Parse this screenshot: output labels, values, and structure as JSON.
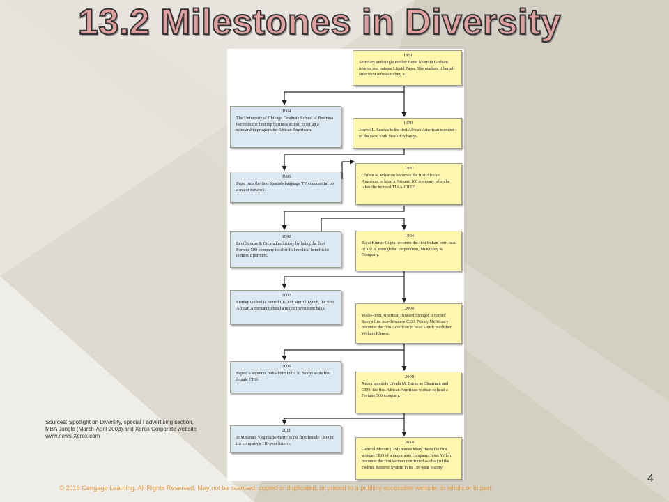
{
  "slide": {
    "title": "13.2  Milestones in Diversity",
    "page_number": "4",
    "sources": "Sources: Spotlight on Diversity, special I advertising section, MBA Jungle (March-April 2003) and Xerox Corporate website www.news.Xerox.com",
    "footer": "© 2016 Cengage Learning. All Rights Reserved. May not be scanned, copied or duplicated, or posted to a publicly accessible website, in whole or in part."
  },
  "colors": {
    "yellow_box": "#fff6b0",
    "blue_box": "#dce9f3",
    "footer_text": "#e89a3a"
  },
  "milestones": [
    {
      "year": "1951",
      "text": "Secretary and single mother Bette Nesmith Graham invents and patents Liquid Paper. She markets it herself after IBM refuses to buy it."
    },
    {
      "year": "1964",
      "text": "The University of Chicago Graduate School of Business becomes the first top business school to set up a scholarship program for African Americans."
    },
    {
      "year": "1970",
      "text": "Joseph L. Searles is the first African American member of the New York Stock Exchange"
    },
    {
      "year": "1987",
      "text": "Clifton R. Wharton becomes the first African American to head a Fortune 100 company when he takes the helm of TIAA-CREF"
    },
    {
      "year": "1986",
      "text": "Pepsi runs the first Spanish-language TV commercial on a major network."
    },
    {
      "year": "1992",
      "text": "Levi Strauss & Co. makes history by being the first Fortune 500 company to offer full medical benefits to domestic partners."
    },
    {
      "year": "1994",
      "text": "Rajat Kumar Gupta becomes the first Indian-born head of a U.S. transglobal corporation, McKinsey & Company."
    },
    {
      "year": "2002",
      "text": "Stanley O'Neal is named CEO of Merrill Lynch, the first African American to head a major investment bank."
    },
    {
      "year": "2004",
      "text": "Wales-born American Howard Stringer is named Sony's first non-Japanese CEO. Nancy McKinstry becomes the first American to head Dutch publisher Wolters Kluwer."
    },
    {
      "year": "2006",
      "text": "PepsiCo appoints India-born Indra K. Nooyi as its first female CEO."
    },
    {
      "year": "2009",
      "text": "Xerox appoints Ursula M. Burns as Chairman and CEO, the first African American woman to head a Fortune 500 company."
    },
    {
      "year": "2011",
      "text": "IBM names Virginia Rometty as the first female CEO in the company's 110-year history."
    },
    {
      "year": "2014",
      "text": "General Motors (GM) names Mary Barra the first woman CEO of a major auto company. Janet Yellen becomes the first woman confirmed as chair of the Federal Reserve System in its 100-year history."
    }
  ]
}
